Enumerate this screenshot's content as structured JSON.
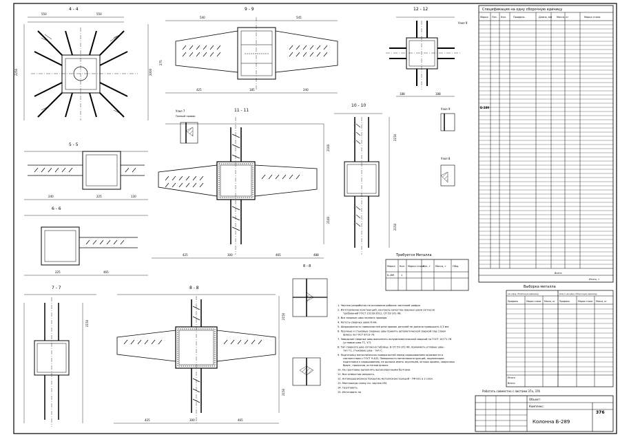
{
  "sections": {
    "s44": "4 - 4",
    "s99": "9 - 9",
    "s1212": "12 - 12",
    "s1010": "10 - 10",
    "s1111": "11 - 11",
    "s55": "5 - 5",
    "s66": "6 - 6",
    "s77": "7 - 7",
    "s88": "8 - 8",
    "s88b": "8 - 8"
  },
  "nodes": {
    "n9": "Узел 9",
    "n8": "Узел 8",
    "n7": "Узел 7",
    "note_full": "Полный провар"
  },
  "dims": {
    "d540": "540",
    "d545": "545",
    "d275": "275",
    "d425": "425",
    "d2160": "2160",
    "d300": "300",
    "d465": "465",
    "d488": "488",
    "d225": "225",
    "d240": "240",
    "d130": "130"
  },
  "spec_table": {
    "title": "Спецификация на одну сборочную единицу",
    "headers": [
      "Марка",
      "Поз.",
      "Кол.",
      "Профиль",
      "Длина, мм",
      "Масса, кг",
      "",
      "Марка стали"
    ],
    "mark": "Б-289",
    "total": "Всего",
    "sign": "Итого, т"
  },
  "summary_table": {
    "title": "Требуется Металла",
    "headers": [
      "Марка",
      "Кол.",
      "Марка стали",
      "Вес, т",
      "Масса, т",
      "Общ."
    ],
    "row": [
      "Б-289",
      "1",
      "",
      "",
      "",
      ""
    ]
  },
  "steel_table": {
    "title": "Выборка металла",
    "sub_left": "на одну сборочную единицу",
    "sub_right": "всего на одну сборочную единицу",
    "headers": [
      "Профиль",
      "Марка стали",
      "Масса, кг",
      "Профиль",
      "Марка стали",
      "Масса, кг"
    ],
    "footer1": "Итого",
    "footer2": "Всего"
  },
  "notes": [
    "1. Чертеж разработан на основании рабочих чертежей шифра",
    "2. Изготовление конструкций, контроль качества сварных швов согласно требований ГОСТ 23118-2012, СП 53-101-98.",
    "3. Все сварные швы полного провара.",
    "4. Катеты сварных швов 6 мм.",
    "5. Шероховатость поверхностей реза кромок деталей не должна превышать 0.3 мм.",
    "6. Прочные и стыковые сварные швы принять автоматической сваркой под слоем флюса по ГОСТ 8713-79.",
    "7. Заводские сварные швы выполнять полуавтоматической сваркой по ГОСТ 14771-76 (угловые швы Т1, У7).",
    "8. Тип сварного шва согласно таблице. В СП 53-101-98, принимать угловые швы - тип Т1, стыковые швы - тип С.",
    "9. Подготовку металлических поверхностей перед окрашиванием произвести в соответствии с ГОСТ 9.402. Поверхность металлоконструкций, подлежащая подготовке к окрашиванию, не должна иметь заусенцев, острых кромок, сварочных брызг, прожогов, остатков флюса.",
    "10. На грунтовка выполнять высокопрочными болтами.",
    "11. Все отверстия сверлить.",
    "12. Антикоррозионное покрытие металлоконструкций - ГФ-021 в 2 слоя.",
    "13. Монтажную схему см. чертеж КМ.",
    "14. Грунтовать.",
    "15. Изготовить по"
  ],
  "stamp": {
    "ref": "Работать совместно с листами 37а, 37б",
    "object": "Объект:",
    "complex": "Комплекс:",
    "title": "Колонна Б-289",
    "sheet": "376"
  }
}
